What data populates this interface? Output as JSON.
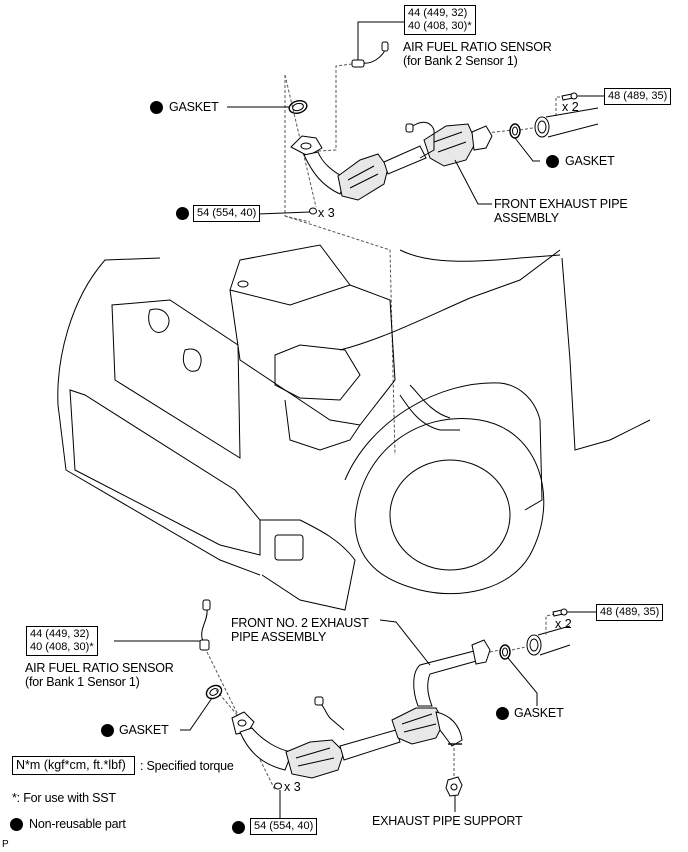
{
  "top_assembly": {
    "sensor_torque": [
      "44 (449, 32)",
      "40 (408, 30)*"
    ],
    "sensor_label": [
      "AIR FUEL RATIO SENSOR",
      "(for Bank 2 Sensor 1)"
    ],
    "gasket_left_label": "GASKET",
    "nut_torque": "54 (554, 40)",
    "nut_count": "x 3",
    "bolt_torque": "48 (489, 35)",
    "bolt_count": "x 2",
    "gasket_right_label": "GASKET",
    "pipe_label": [
      "FRONT EXHAUST PIPE",
      "ASSEMBLY"
    ]
  },
  "bottom_assembly": {
    "sensor_torque": [
      "44 (449, 32)",
      "40 (408, 30)*"
    ],
    "sensor_label": [
      "AIR FUEL RATIO SENSOR",
      "(for Bank 1 Sensor 1)"
    ],
    "pipe_label": [
      "FRONT NO. 2 EXHAUST",
      "PIPE ASSEMBLY"
    ],
    "bolt_torque": "48 (489, 35)",
    "bolt_count": "x 2",
    "gasket_left_label": "GASKET",
    "gasket_right_label": "GASKET",
    "nut_torque": "54 (554, 40)",
    "nut_count": "x 3",
    "support_label": "EXHAUST PIPE SUPPORT"
  },
  "legend": {
    "torque_unit": "N*m (kgf*cm, ft.*lbf)",
    "torque_desc": ": Specified torque",
    "sst_note": "*: For use with SST",
    "non_reusable": "Non-reusable part"
  },
  "corner_mark": "P"
}
